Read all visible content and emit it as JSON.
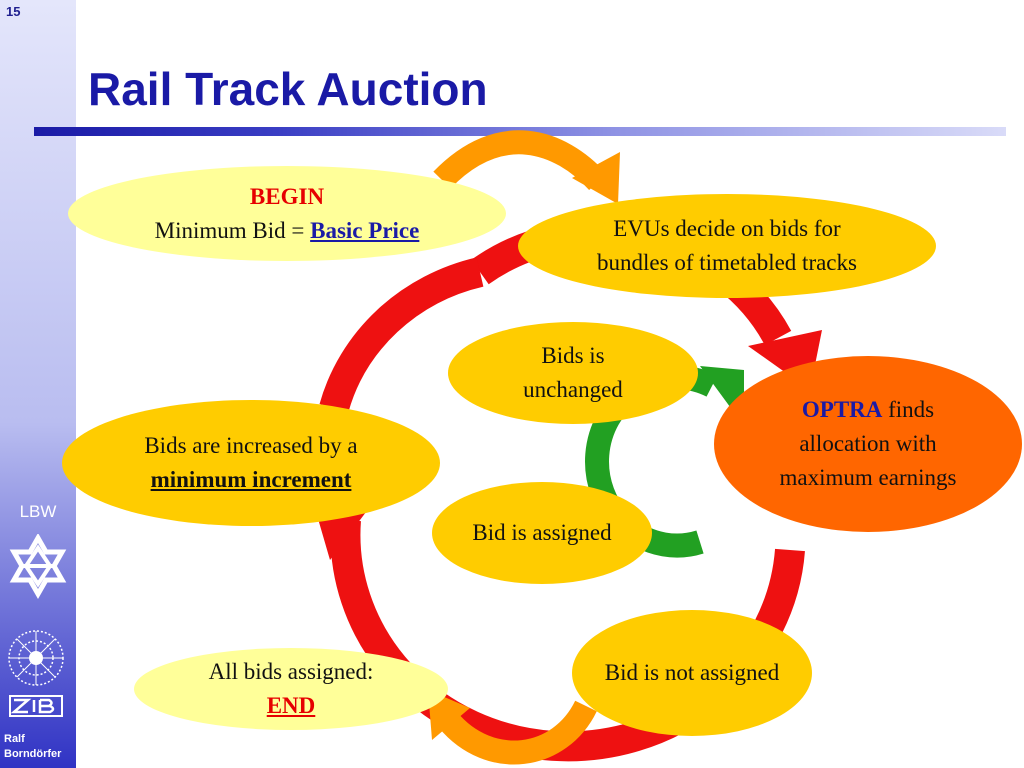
{
  "slide": {
    "number": "15",
    "title": "Rail Track Auction",
    "sidebar_label": "LBW",
    "author_line1": "Ralf",
    "author_line2": "Borndörfer"
  },
  "nodes": {
    "begin": {
      "heading": "BEGIN",
      "prefix": "Minimum Bid = ",
      "link": "Basic Price"
    },
    "evus": {
      "line1": "EVUs decide on bids for",
      "line2": "bundles of timetabled tracks"
    },
    "optra": {
      "name": "OPTRA",
      "word": " finds",
      "line2": "allocation with",
      "line3": "maximum earnings"
    },
    "unchanged": {
      "line1": "Bids is",
      "line2": "unchanged"
    },
    "assigned": {
      "text": "Bid is assigned"
    },
    "not_assigned": {
      "text": "Bid is not assigned"
    },
    "increase": {
      "line1": "Bids are increased by a",
      "link": "minimum increment"
    },
    "end": {
      "line1": "All bids assigned:",
      "link": "END"
    }
  },
  "colors": {
    "cycle_arrow": "#ee1111",
    "inner_arrow": "#22a022",
    "side_arrow": "#ff9900",
    "pale_oval": "#ffff99",
    "gold_oval": "#ffcc00",
    "optra_oval": "#ff6600",
    "title": "#1a1aa6"
  }
}
